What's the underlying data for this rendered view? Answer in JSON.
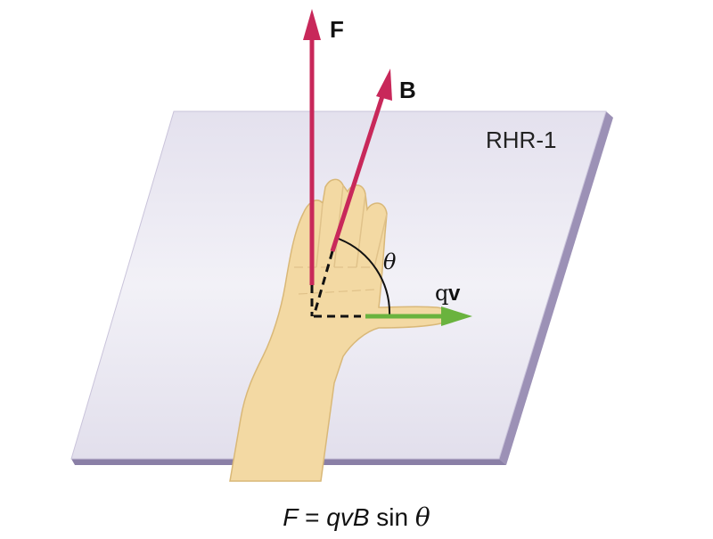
{
  "labels": {
    "force": "F",
    "field": "B",
    "rule": "RHR-1",
    "angle": "θ",
    "velocity_q": "q",
    "velocity_v": "v"
  },
  "formula": {
    "lhs": "F",
    "eq": " = ",
    "rhs": "qvB",
    "fn": " sin ",
    "arg": "θ"
  },
  "colors": {
    "force_arrow": "#c8285a",
    "field_arrow": "#c8285a",
    "velocity_arrow": "#6ab33e",
    "plane": "#e6e3ef",
    "plane_edge": "#9c91b6",
    "hand": "#f3d9a3"
  }
}
